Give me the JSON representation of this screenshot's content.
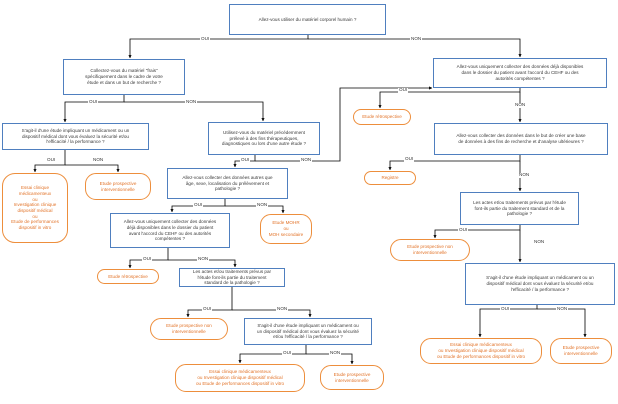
{
  "colors": {
    "question_border": "#4f7fbf",
    "result_border": "#ed8e3c",
    "result_text": "#e2742a",
    "connector": "#000000"
  },
  "nodes": [
    {
      "id": "q_corporel",
      "kind": "question",
      "text": "Allez-vous utiliser du matériel corporel humain ?"
    },
    {
      "id": "q_frais",
      "kind": "question",
      "text": "Collectez-vous du matériel \"frais\"\nspécifiquement dans le cadre de votre\nétude et dans un but de recherche ?"
    },
    {
      "id": "q_dossier_right",
      "kind": "question",
      "text": "Allez-vous uniquement collecter des données déjà disponibles\ndans le dossier du patient avant l'accord du CEHF ou des\nautorités compétentes ?"
    },
    {
      "id": "q_medicament_left",
      "kind": "question",
      "text": "S'agit-il d'une étude impliquant un médicament ou un\ndispositif médical dont vous évaluez la sécurité et/ou\nl'efficacité / la performance ?"
    },
    {
      "id": "r_essai_left",
      "kind": "result",
      "text": "Essai clinique\nmédicamenteux\nou\nInvestigation clinique\ndispositif médical\nou\nEtude de performances\ndispositif in vitro"
    },
    {
      "id": "r_prosp_left",
      "kind": "result",
      "text": "Etude prospective\ninterventionnelle"
    },
    {
      "id": "q_prelev",
      "kind": "question",
      "text": "Utilisez-vous du matériel précédemment\nprélevé à des fins thérapeutiques,\ndiagnostiques ou lors d'une autre étude ?"
    },
    {
      "id": "r_retro_right",
      "kind": "result",
      "text": "Etude rétrospective"
    },
    {
      "id": "q_base",
      "kind": "question",
      "text": "Allez-vous collecter des données dans le but de créer une base\nde données à des fins de recherche et d'analyse ultérieures ?"
    },
    {
      "id": "r_registre",
      "kind": "result",
      "text": "Registre"
    },
    {
      "id": "q_traitements_right",
      "kind": "question",
      "text": "Les actes et/ou traitements prévus par l'étude\nfont-ils partie du traitement standard et de la\npathologie ?"
    },
    {
      "id": "r_nonint_right",
      "kind": "result",
      "text": "Etude prospective non\ninterventionnelle"
    },
    {
      "id": "q_medicament_right",
      "kind": "question",
      "text": "S'agit-il d'une étude impliquant un médicament ou un\ndispositif médical dont vous évaluez la sécurité et/ou\nl'efficacité / la performance ?"
    },
    {
      "id": "r_essai_right",
      "kind": "result",
      "text": "Essai clinique médicamenteux\nou Investigation clinique dispositif médical\nou Etude de performances dispositif in vitro"
    },
    {
      "id": "r_prosp_right",
      "kind": "result",
      "text": "Etude prospective\ninterventionnelle"
    },
    {
      "id": "q_autres",
      "kind": "question",
      "text": "Allez-vous collecter des données autres que\nâge, sexe, localisation du prélèvement et\npathologie ?"
    },
    {
      "id": "r_mohr",
      "kind": "result",
      "text": "Etude MOHR\nou\nMOH secondaire"
    },
    {
      "id": "q_dossier_mid",
      "kind": "question",
      "text": "Allez-vous uniquement collecter des données\ndéjà disponibles dans le dossier du patient\navant l'accord du CEHF ou des autorités\ncompétentes ?"
    },
    {
      "id": "r_retro_mid",
      "kind": "result",
      "text": "Etude rétrospective"
    },
    {
      "id": "q_traitements_mid",
      "kind": "question",
      "text": "Les actes et/ou traitements prévus par\nl'étude font-ils partie du traitement\nstandard de la pathologie ?"
    },
    {
      "id": "r_nonint_mid",
      "kind": "result",
      "text": "Etude prospective non\ninterventionnelle"
    },
    {
      "id": "q_medicament_mid",
      "kind": "question",
      "text": "S'agit-il d'une étude impliquant un médicament ou\nun dispositif médical dont vous évaluez la sécurité\net/ou l'efficacité / la performance ?"
    },
    {
      "id": "r_essai_mid",
      "kind": "result",
      "text": "Essai clinique médicamenteux\nou Investigation clinique dispositif médical\nou Etude de performances dispositif in vitro"
    },
    {
      "id": "r_prosp_mid",
      "kind": "result",
      "text": "Etude prospective\ninterventionnelle"
    }
  ],
  "edge_labels": [
    {
      "id": "e1",
      "text": "OUI"
    },
    {
      "id": "e2",
      "text": "NON"
    },
    {
      "id": "e3",
      "text": "OUI"
    },
    {
      "id": "e4",
      "text": "NON"
    },
    {
      "id": "e5",
      "text": "OUI"
    },
    {
      "id": "e6",
      "text": "NON"
    },
    {
      "id": "e7",
      "text": "OUI"
    },
    {
      "id": "e8",
      "text": "NON"
    },
    {
      "id": "e9",
      "text": "OUI"
    },
    {
      "id": "e10",
      "text": "NON"
    },
    {
      "id": "e11",
      "text": "OUI"
    },
    {
      "id": "e12",
      "text": "NON"
    },
    {
      "id": "e13",
      "text": "OUI"
    },
    {
      "id": "e14",
      "text": "NON"
    },
    {
      "id": "e15",
      "text": "OUI"
    },
    {
      "id": "e16",
      "text": "NON"
    },
    {
      "id": "e17",
      "text": "OUI"
    },
    {
      "id": "e18",
      "text": "NON"
    },
    {
      "id": "e19",
      "text": "OUI"
    },
    {
      "id": "e20",
      "text": "NON"
    },
    {
      "id": "e21",
      "text": "OUI"
    },
    {
      "id": "e22",
      "text": "NON"
    }
  ]
}
